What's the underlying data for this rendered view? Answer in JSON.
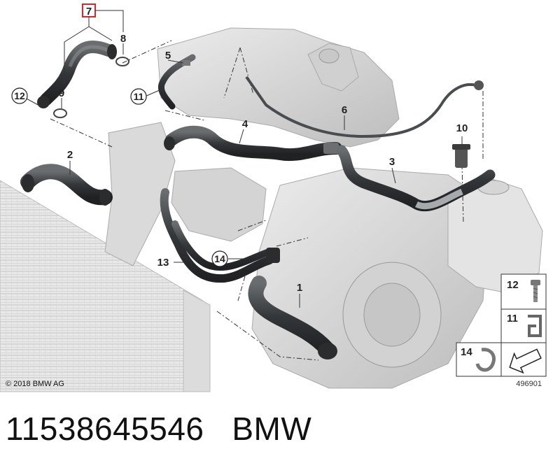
{
  "callouts": {
    "c1": "1",
    "c2": "2",
    "c3": "3",
    "c4": "4",
    "c5": "5",
    "c6": "6",
    "c7": "7",
    "c8": "8",
    "c9": "9",
    "c10": "10",
    "c11": "11",
    "c12": "12",
    "c13": "13",
    "c14": "14"
  },
  "legend": {
    "l12": "12",
    "l11": "11",
    "l14": "14"
  },
  "copyright": "© 2018 BMW AG",
  "diagram_id": "496901",
  "footer": {
    "part_number": "11538645546",
    "brand": "BMW"
  },
  "colors": {
    "highlight_box": "#d9262c",
    "hose": "#3a3d40",
    "engine": "#d6d6d6"
  }
}
